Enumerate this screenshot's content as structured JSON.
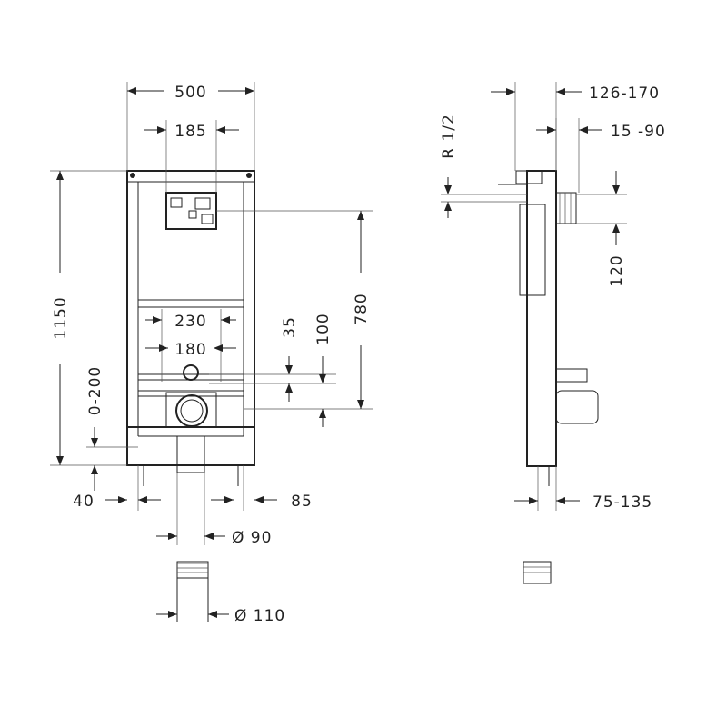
{
  "front_view": {
    "width": "500",
    "plate_width": "185",
    "height": "1150",
    "plate_height": "780",
    "bolt_spacing_outer": "230",
    "bolt_spacing_inner": "180",
    "dim_35": "35",
    "dim_100": "100",
    "adjust_range": "0-200",
    "foot_left": "40",
    "foot_right": "85",
    "pipe_90": "Ø 90",
    "pipe_110": "Ø 110"
  },
  "side_view": {
    "depth": "126-170",
    "offset": "15 -90",
    "thread": "R 1/2",
    "dim_120": "120",
    "foot_depth": "75-135"
  }
}
